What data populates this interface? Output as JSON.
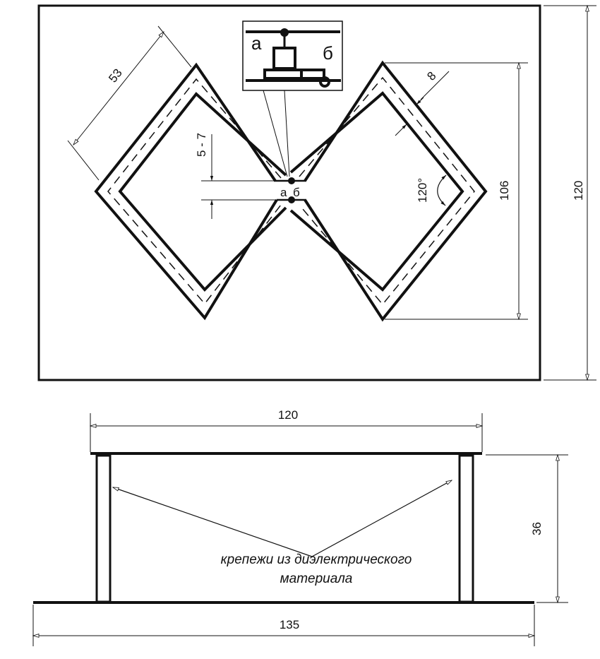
{
  "top_view": {
    "dim_side": "53",
    "dim_gap": "5 - 7",
    "dim_band": "8",
    "dim_angle": "120°",
    "dim_height_inner": "106",
    "dim_board_height": "120",
    "point_a": "а",
    "point_b": "б",
    "inset": {
      "label_a": "а",
      "label_b": "б"
    }
  },
  "side_view": {
    "dim_top_width": "120",
    "dim_height": "36",
    "dim_base_width": "135",
    "note_line1": "крепежи из диэлектрического",
    "note_line2": "материала"
  },
  "colors": {
    "ink": "#111111",
    "background": "#ffffff"
  }
}
